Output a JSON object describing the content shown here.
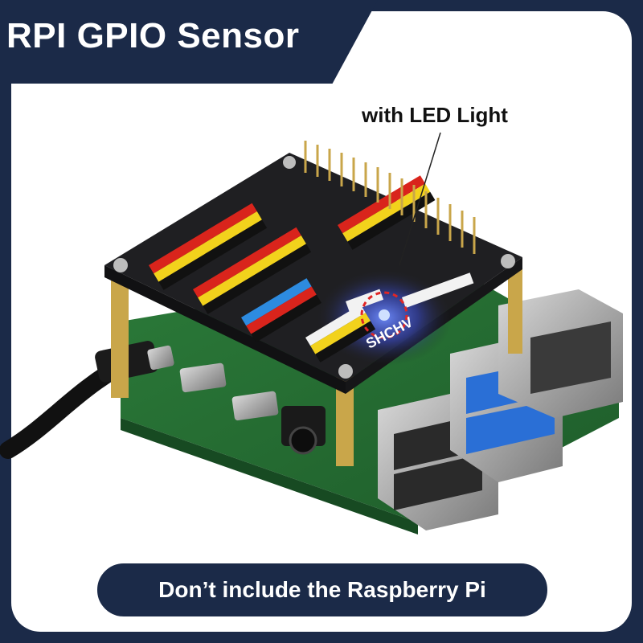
{
  "banner": {
    "title": "RPI GPIO Sensor",
    "callout": "with LED Light",
    "footer_note": "Don’t include the Raspberry Pi",
    "brand_on_board": "SHCHV"
  },
  "colors": {
    "navy": "#1b2a48",
    "board_black": "#1f1f22",
    "pcb_green": "#2e7d3b",
    "header_yellow": "#f2d21c",
    "header_red": "#d9241c",
    "header_white": "#f2f2f2",
    "header_blue": "#2d8be0",
    "pin_gold": "#c9a64a",
    "led_blue": "#3d6bff",
    "dashed_circle_red": "#e02626"
  },
  "icons": {
    "usb_c": "usb-c-cable-icon",
    "ethernet": "ethernet-port-icon",
    "usb_a": "usb-a-port-icon",
    "hdmi": "micro-hdmi-port-icon",
    "audio": "audio-jack-icon"
  }
}
